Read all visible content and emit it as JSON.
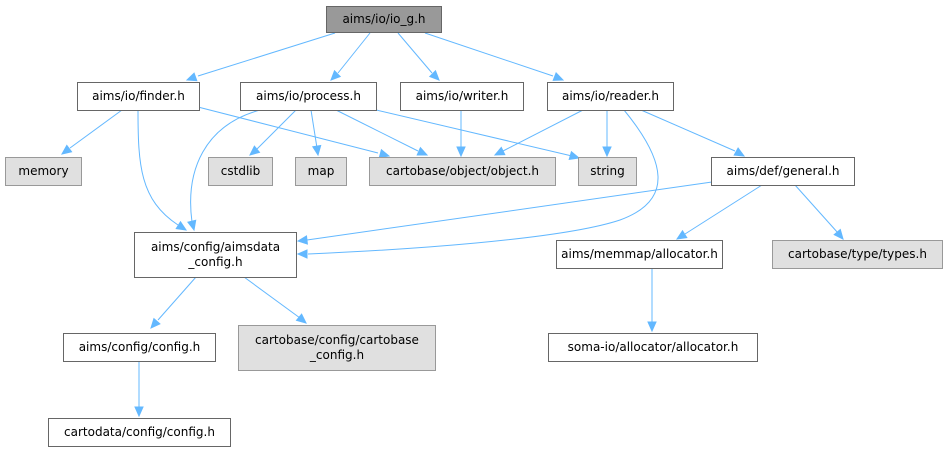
{
  "diagram": {
    "type": "include-dependency-graph",
    "colors": {
      "root_fill": "#999999",
      "root_stroke": "#666666",
      "doc_fill": "#ffffff",
      "doc_stroke": "#666666",
      "external_fill": "#e0e0e0",
      "external_stroke": "#999999",
      "edge": "#63b8ff"
    },
    "nodes": [
      {
        "id": "io_g",
        "lines": [
          "aims/io/io_g.h"
        ],
        "kind": "root"
      },
      {
        "id": "finder",
        "lines": [
          "aims/io/finder.h"
        ],
        "kind": "doc"
      },
      {
        "id": "process",
        "lines": [
          "aims/io/process.h"
        ],
        "kind": "doc"
      },
      {
        "id": "writer",
        "lines": [
          "aims/io/writer.h"
        ],
        "kind": "doc"
      },
      {
        "id": "reader",
        "lines": [
          "aims/io/reader.h"
        ],
        "kind": "doc"
      },
      {
        "id": "memory",
        "lines": [
          "memory"
        ],
        "kind": "external"
      },
      {
        "id": "cstdlib",
        "lines": [
          "cstdlib"
        ],
        "kind": "external"
      },
      {
        "id": "map",
        "lines": [
          "map"
        ],
        "kind": "external"
      },
      {
        "id": "object",
        "lines": [
          "cartobase/object/object.h"
        ],
        "kind": "external"
      },
      {
        "id": "string",
        "lines": [
          "string"
        ],
        "kind": "external"
      },
      {
        "id": "general",
        "lines": [
          "aims/def/general.h"
        ],
        "kind": "doc"
      },
      {
        "id": "aimsdata_config",
        "lines": [
          "aims/config/aimsdata",
          "_config.h"
        ],
        "kind": "doc"
      },
      {
        "id": "allocator",
        "lines": [
          "aims/memmap/allocator.h"
        ],
        "kind": "doc"
      },
      {
        "id": "types",
        "lines": [
          "cartobase/type/types.h"
        ],
        "kind": "external"
      },
      {
        "id": "config",
        "lines": [
          "aims/config/config.h"
        ],
        "kind": "doc"
      },
      {
        "id": "cartobase_config",
        "lines": [
          "cartobase/config/cartobase",
          "_config.h"
        ],
        "kind": "external"
      },
      {
        "id": "soma_allocator",
        "lines": [
          "soma-io/allocator/allocator.h"
        ],
        "kind": "doc"
      },
      {
        "id": "cartodata_config",
        "lines": [
          "cartodata/config/config.h"
        ],
        "kind": "doc"
      }
    ],
    "edges": [
      {
        "from": "io_g",
        "to": "finder"
      },
      {
        "from": "io_g",
        "to": "process"
      },
      {
        "from": "io_g",
        "to": "writer"
      },
      {
        "from": "io_g",
        "to": "reader"
      },
      {
        "from": "finder",
        "to": "memory"
      },
      {
        "from": "finder",
        "to": "aimsdata_config"
      },
      {
        "from": "finder",
        "to": "object"
      },
      {
        "from": "process",
        "to": "aimsdata_config"
      },
      {
        "from": "process",
        "to": "cstdlib"
      },
      {
        "from": "process",
        "to": "map"
      },
      {
        "from": "process",
        "to": "object"
      },
      {
        "from": "process",
        "to": "string"
      },
      {
        "from": "writer",
        "to": "object"
      },
      {
        "from": "reader",
        "to": "object"
      },
      {
        "from": "reader",
        "to": "string"
      },
      {
        "from": "reader",
        "to": "aimsdata_config"
      },
      {
        "from": "reader",
        "to": "general"
      },
      {
        "from": "general",
        "to": "aimsdata_config"
      },
      {
        "from": "general",
        "to": "allocator"
      },
      {
        "from": "general",
        "to": "types"
      },
      {
        "from": "aimsdata_config",
        "to": "config"
      },
      {
        "from": "aimsdata_config",
        "to": "cartobase_config"
      },
      {
        "from": "config",
        "to": "cartodata_config"
      },
      {
        "from": "allocator",
        "to": "soma_allocator"
      }
    ]
  }
}
